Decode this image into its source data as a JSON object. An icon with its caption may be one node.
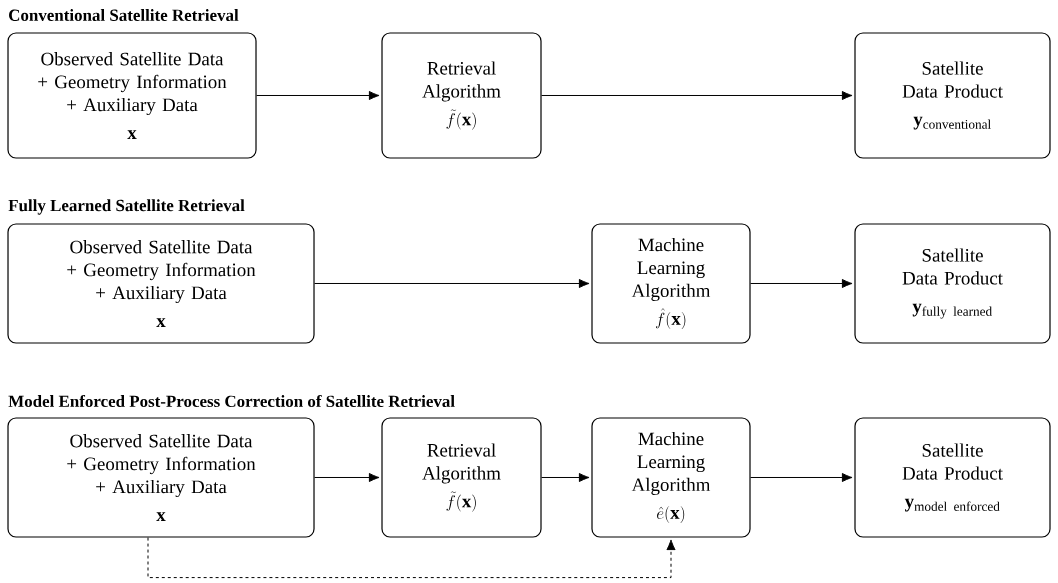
{
  "diagram": {
    "nodes": [
      {
        "text": [
          "Observed Satellite Data + Geometry Information + Auxiliary Data",
          "\\mathbf{x}"
        ]
      },
      {
        "text": [
          "Retrieval Algorithm",
          "\\tilde{f}(\\mathbf{x})"
        ]
      },
      {
        "text": [
          "Satellite Data Product",
          "\\mathbf{y}_{\\mathrm{conventional}}"
        ]
      },
      {
        "text": [
          "Observed Satellite Data + Geometry Information + Auxiliary Data",
          "\\mathbf{x}"
        ]
      },
      {
        "text": [
          "Machine Learning Algorithm",
          "\\hat{f}(\\mathbf{x})"
        ]
      },
      {
        "text": [
          "Satellite Data Product",
          "\\mathbf{y}_{\\mathrm{fully\\ learned}}"
        ]
      },
      {
        "text": [
          "Observed Satellite Data + Geometry Information + Auxiliary Data",
          "\\mathbf{x}"
        ]
      },
      {
        "text": [
          "Retrieval Algorithm",
          "\\tilde{f}(\\mathbf{x})"
        ]
      },
      {
        "text": [
          "Machine Learning Algorithm",
          "\\hat{e}(\\mathbf{x})"
        ]
      },
      {
        "text": [
          "Satellite Data Product",
          "\\mathbf{y}_{\\mathrm{model\\ enforced}}"
        ]
      }
    ],
    "edges": [
      {
        "from": 0,
        "to": 1,
        "arrow": "to"
      },
      {
        "from": 1,
        "to": 2,
        "arrow": "to"
      },
      {
        "from": 3,
        "to": 4,
        "arrow": "to"
      },
      {
        "from": 4,
        "to": 5,
        "arrow": "to"
      },
      {
        "from": 6,
        "to": 7,
        "arrow": "to"
      },
      {
        "from": 7,
        "to": 8,
        "arrow": "to"
      },
      {
        "from": 8,
        "to": 9,
        "arrow": "to"
      },
      {
        "from": 6,
        "to": 8,
        "arrow": "to",
        "style": "dashed"
      }
    ],
    "labels": [
      "Conventional Satellite Retrieval",
      "Fully Learned Satellite Retrieval",
      "Model Enforced Post-Process Correction of Satellite Retrieval"
    ]
  }
}
